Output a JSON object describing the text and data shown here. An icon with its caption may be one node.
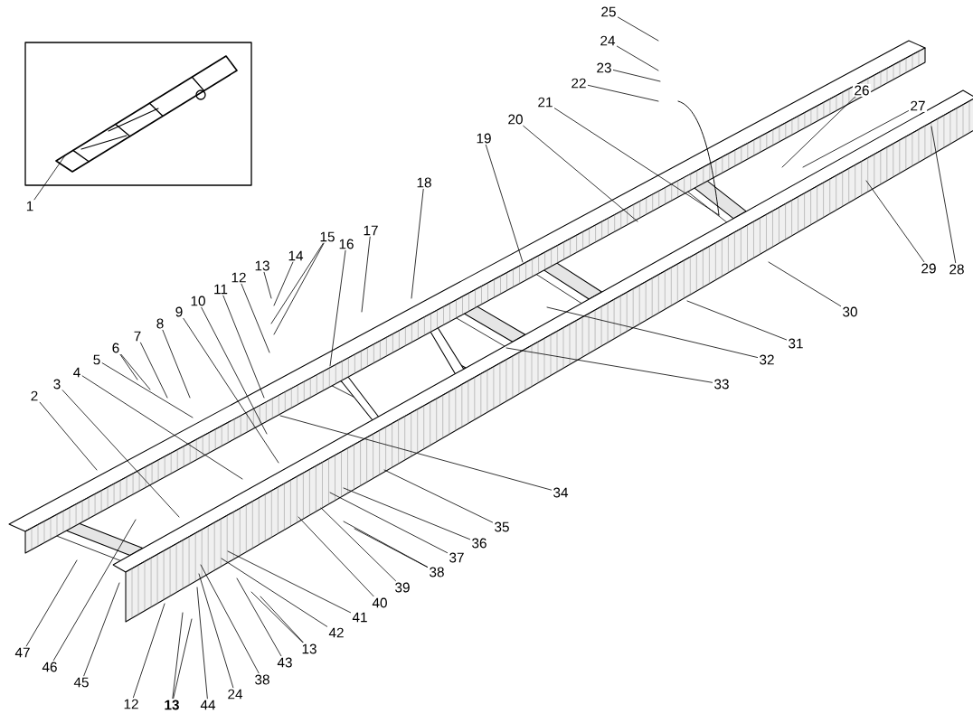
{
  "diagram": {
    "nodes": [
      {
        "text": [
          "1"
        ]
      },
      {
        "text": [
          "2"
        ]
      },
      {
        "text": [
          "3"
        ]
      },
      {
        "text": [
          "4"
        ]
      },
      {
        "text": [
          "5"
        ]
      },
      {
        "text": [
          "6"
        ]
      },
      {
        "text": [
          "7"
        ]
      },
      {
        "text": [
          "8"
        ]
      },
      {
        "text": [
          "9"
        ]
      },
      {
        "text": [
          "10"
        ]
      },
      {
        "text": [
          "11"
        ]
      },
      {
        "text": [
          "12"
        ]
      },
      {
        "text": [
          "13"
        ]
      },
      {
        "text": [
          "14"
        ]
      },
      {
        "text": [
          "15"
        ]
      },
      {
        "text": [
          "16"
        ]
      },
      {
        "text": [
          "17"
        ]
      },
      {
        "text": [
          "18"
        ]
      },
      {
        "text": [
          "19"
        ]
      },
      {
        "text": [
          "20"
        ]
      },
      {
        "text": [
          "21"
        ]
      },
      {
        "text": [
          "22"
        ]
      },
      {
        "text": [
          "23"
        ]
      },
      {
        "text": [
          "24"
        ]
      },
      {
        "text": [
          "25"
        ]
      },
      {
        "text": [
          "26"
        ]
      },
      {
        "text": [
          "27"
        ]
      },
      {
        "text": [
          "28"
        ]
      },
      {
        "text": [
          "29"
        ]
      },
      {
        "text": [
          "30"
        ]
      },
      {
        "text": [
          "31"
        ]
      },
      {
        "text": [
          "32"
        ]
      },
      {
        "text": [
          "33"
        ]
      },
      {
        "text": [
          "34"
        ]
      },
      {
        "text": [
          "35"
        ]
      },
      {
        "text": [
          "36"
        ]
      },
      {
        "text": [
          "37"
        ]
      },
      {
        "text": [
          "38"
        ]
      },
      {
        "text": [
          "39"
        ]
      },
      {
        "text": [
          "40"
        ]
      },
      {
        "text": [
          "41"
        ]
      },
      {
        "text": [
          "42"
        ]
      },
      {
        "text": [
          "13"
        ]
      },
      {
        "text": [
          "43"
        ]
      },
      {
        "text": [
          "38"
        ]
      },
      {
        "text": [
          "24"
        ]
      },
      {
        "text": [
          "44"
        ]
      },
      {
        "text": [
          "13"
        ]
      },
      {
        "text": [
          "12"
        ]
      },
      {
        "text": [
          "45"
        ]
      },
      {
        "text": [
          "46"
        ]
      },
      {
        "text": [
          "47"
        ]
      }
    ],
    "edges": [
      {
        "from": 0,
        "to": null,
        "arrow": "none"
      },
      {
        "from": 1,
        "to": null,
        "arrow": "none"
      },
      {
        "from": 2,
        "to": null,
        "arrow": "none"
      },
      {
        "from": 3,
        "to": null,
        "arrow": "none"
      },
      {
        "from": 4,
        "to": null,
        "arrow": "none"
      },
      {
        "from": 5,
        "to": null,
        "arrow": "none"
      },
      {
        "from": 5,
        "to": null,
        "arrow": "none"
      },
      {
        "from": 6,
        "to": null,
        "arrow": "none"
      },
      {
        "from": 7,
        "to": null,
        "arrow": "none"
      },
      {
        "from": 8,
        "to": null,
        "arrow": "none"
      },
      {
        "from": 9,
        "to": null,
        "arrow": "none"
      },
      {
        "from": 10,
        "to": null,
        "arrow": "none"
      },
      {
        "from": 11,
        "to": null,
        "arrow": "none"
      },
      {
        "from": 12,
        "to": null,
        "arrow": "none"
      },
      {
        "from": 13,
        "to": null,
        "arrow": "none"
      },
      {
        "from": 14,
        "to": null,
        "arrow": "none"
      },
      {
        "from": 14,
        "to": null,
        "arrow": "none"
      },
      {
        "from": 15,
        "to": null,
        "arrow": "none"
      },
      {
        "from": 16,
        "to": null,
        "arrow": "none"
      },
      {
        "from": 17,
        "to": null,
        "arrow": "none"
      },
      {
        "from": 18,
        "to": null,
        "arrow": "none"
      },
      {
        "from": 19,
        "to": null,
        "arrow": "none"
      },
      {
        "from": 20,
        "to": null,
        "arrow": "none"
      },
      {
        "from": 21,
        "to": null,
        "arrow": "none"
      },
      {
        "from": 22,
        "to": null,
        "arrow": "none"
      },
      {
        "from": 23,
        "to": null,
        "arrow": "none"
      },
      {
        "from": 24,
        "to": null,
        "arrow": "none"
      },
      {
        "from": 25,
        "to": null,
        "arrow": "none"
      },
      {
        "from": 26,
        "to": null,
        "arrow": "none"
      },
      {
        "from": 27,
        "to": null,
        "arrow": "none"
      },
      {
        "from": 28,
        "to": null,
        "arrow": "none"
      },
      {
        "from": 29,
        "to": null,
        "arrow": "none"
      },
      {
        "from": 30,
        "to": null,
        "arrow": "none"
      },
      {
        "from": 31,
        "to": null,
        "arrow": "none"
      },
      {
        "from": 32,
        "to": null,
        "arrow": "none"
      },
      {
        "from": 33,
        "to": null,
        "arrow": "none"
      },
      {
        "from": 34,
        "to": null,
        "arrow": "none"
      },
      {
        "from": 35,
        "to": null,
        "arrow": "none"
      },
      {
        "from": 36,
        "to": null,
        "arrow": "none"
      },
      {
        "from": 37,
        "to": null,
        "arrow": "none"
      },
      {
        "from": 37,
        "to": null,
        "arrow": "none"
      },
      {
        "from": 38,
        "to": null,
        "arrow": "none"
      },
      {
        "from": 39,
        "to": null,
        "arrow": "none"
      },
      {
        "from": 40,
        "to": null,
        "arrow": "none"
      },
      {
        "from": 41,
        "to": null,
        "arrow": "none"
      },
      {
        "from": 42,
        "to": null,
        "arrow": "none"
      },
      {
        "from": 42,
        "to": null,
        "arrow": "none"
      },
      {
        "from": 43,
        "to": null,
        "arrow": "none"
      },
      {
        "from": 44,
        "to": null,
        "arrow": "none"
      },
      {
        "from": 45,
        "to": null,
        "arrow": "none"
      },
      {
        "from": 46,
        "to": null,
        "arrow": "none"
      },
      {
        "from": 47,
        "to": null,
        "arrow": "none"
      },
      {
        "from": 47,
        "to": null,
        "arrow": "none"
      },
      {
        "from": 48,
        "to": null,
        "arrow": "none"
      },
      {
        "from": 49,
        "to": null,
        "arrow": "none"
      },
      {
        "from": 50,
        "to": null,
        "arrow": "none"
      },
      {
        "from": 51,
        "to": null,
        "arrow": "none"
      }
    ]
  }
}
